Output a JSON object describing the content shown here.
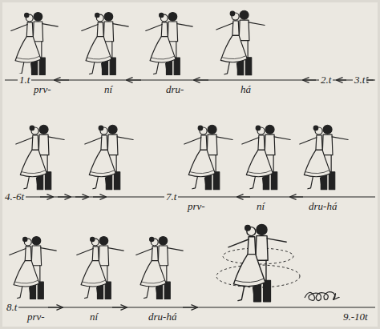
{
  "diagram": {
    "labels": [
      "1.t",
      "prv-",
      "ní",
      "dru-",
      "há",
      "2.t",
      "3.t",
      "4.-6t",
      "7.t",
      "prv-",
      "ní",
      "dru-há",
      "8.t",
      "prv-",
      "ní",
      "dru-há",
      "9.-10t"
    ]
  }
}
